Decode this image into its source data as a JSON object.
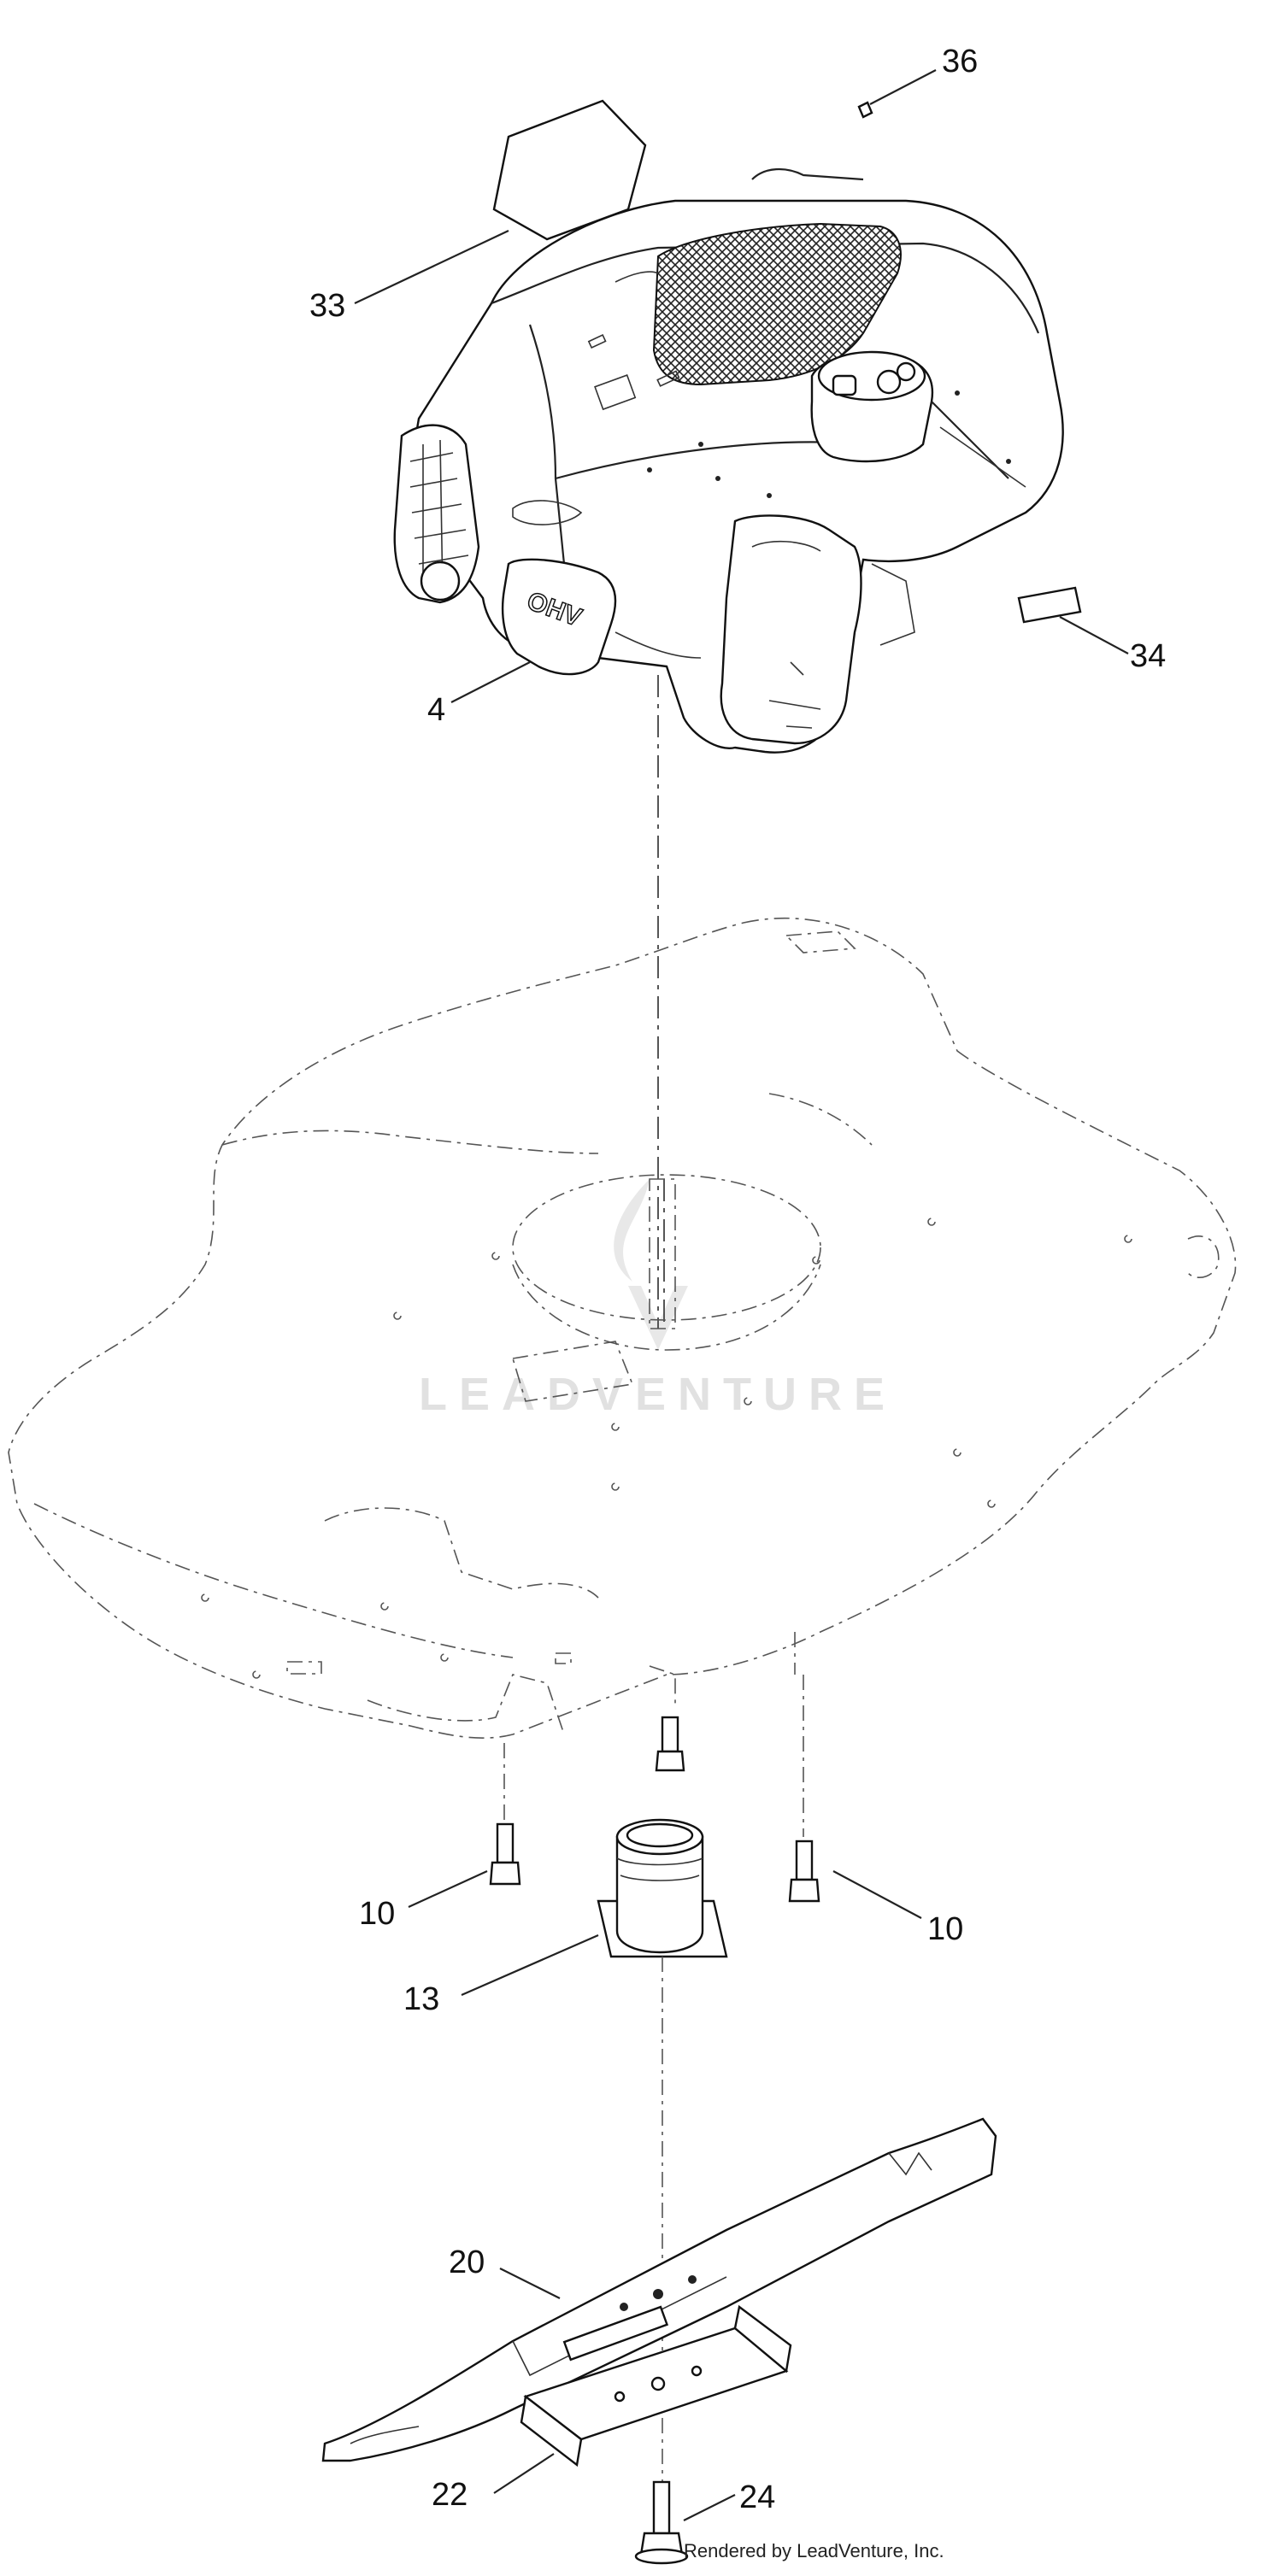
{
  "diagram": {
    "callouts": {
      "part_36": "36",
      "part_33": "33",
      "part_34": "34",
      "part_4": "4",
      "part_10_left": "10",
      "part_10_right": "10",
      "part_13": "13",
      "part_20": "20",
      "part_22": "22",
      "part_24": "24"
    },
    "engine_badge": "OHV",
    "watermark": "LEADVENTURE",
    "credit": "Rendered by LeadVenture, Inc."
  }
}
